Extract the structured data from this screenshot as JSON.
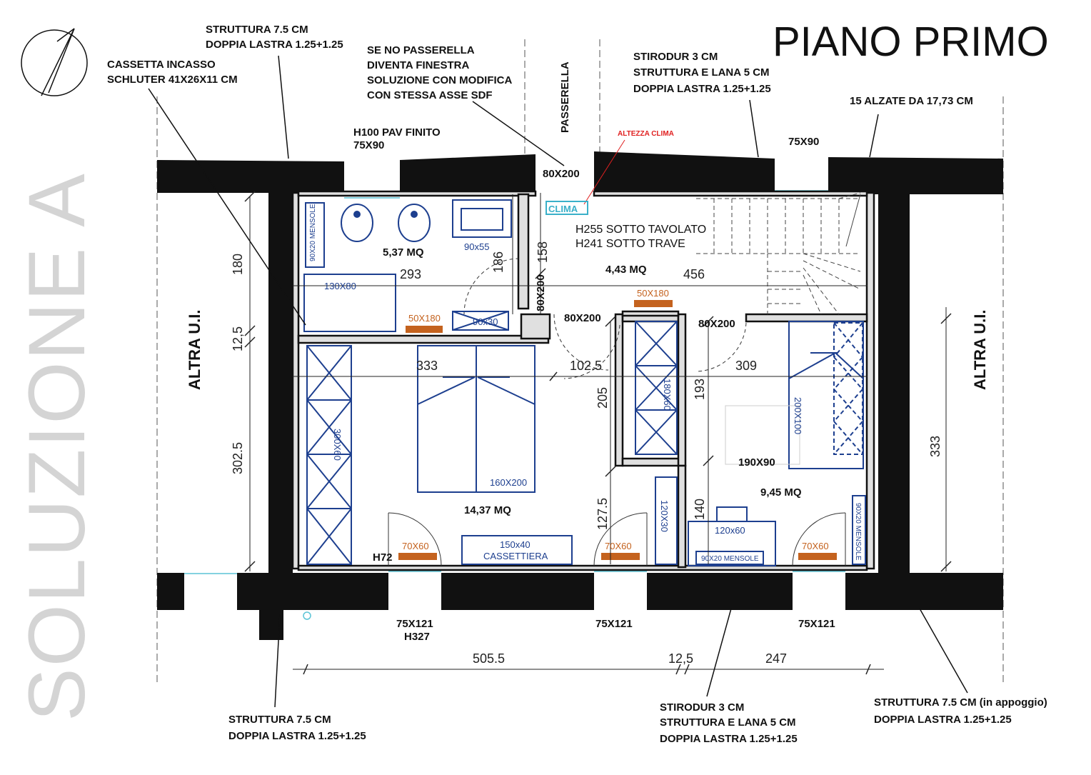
{
  "title": "PIANO PRIMO",
  "side_title": "SOLUZIONE A",
  "compass": {
    "icon": "north-arrow-icon"
  },
  "left_unit": "ALTRA U.I.",
  "right_unit": "ALTRA U.I.",
  "notes": {
    "struttura_top_1": "STRUTTURA 7.5 CM",
    "struttura_top_2": "DOPPIA LASTRA 1.25+1.25",
    "cassetta_1": "CASSETTA INCASSO",
    "cassetta_2": "SCHLUTER 41X26X11 CM",
    "passerella_1": "SE NO PASSERELLA",
    "passerella_2": "DIVENTA FINESTRA",
    "passerella_3": "SOLUZIONE CON MODIFICA",
    "passerella_4": "CON STESSA ASSE SDF",
    "passerella": "PASSERELLA",
    "stirodur_top_1": "STIRODUR 3 CM",
    "stirodur_top_2": "STRUTTURA E LANA 5 CM",
    "stirodur_top_3": "DOPPIA LASTRA 1.25+1.25",
    "alzate": "15 ALZATE DA 17,73 CM",
    "h100_1": "H100 PAV FINITO",
    "h100_2": "75X90",
    "altezza_clima": "ALTEZZA CLIMA",
    "window_top_right": "75X90",
    "door_80x200_top": "80X200",
    "clima": "CLIMA",
    "h255": "H255 SOTTO TAVOLATO",
    "h241": "H241 SOTTO TRAVE",
    "struttura_bl_1": "STRUTTURA 7.5 CM",
    "struttura_bl_2": "DOPPIA LASTRA 1.25+1.25",
    "stirodur_bot_1": "STIRODUR 3 CM",
    "stirodur_bot_2": "STRUTTURA E LANA 5 CM",
    "stirodur_bot_3": "DOPPIA LASTRA 1.25+1.25",
    "struttura_br_1": "STRUTTURA 7.5 CM (in appoggio)",
    "struttura_br_2": "DOPPIA LASTRA 1.25+1.25",
    "win_bot_1a": "75X121",
    "win_bot_1b": "H327",
    "win_bot_2": "75X121",
    "win_bot_3": "75X121",
    "h72": "H72"
  },
  "rooms": {
    "bath_area": "5,37 MQ",
    "hall_area": "4,43 MQ",
    "master_area": "14,37 MQ",
    "bed2_area": "9,45 MQ"
  },
  "furniture": {
    "mensole_left": "90X20 MENSOLE",
    "tub": "90x55",
    "shower": "130X80",
    "shelf_bath": "90x30",
    "wardrobe_left": "300X60",
    "bed_double": "160X200",
    "dresser_1": "150x40",
    "dresser_2": "CASSETTIERA",
    "closet_mid": "180X60",
    "cabinet_mid": "120X30",
    "bed_bunk": "200X100",
    "bed_single": "190X90",
    "desk": "120x60",
    "mensole_bottom": "90X20 MENSOLE",
    "mensole_right": "90X20 MENSOLE"
  },
  "radiators": {
    "r_bath": "50X180",
    "r_hall": "50X180",
    "r_master": "70X60",
    "r_mid": "70X60",
    "r_right": "70X60"
  },
  "doors": {
    "d_bath_1": "80X200",
    "d_bath_2": "80X200",
    "d_master": "80X200",
    "d_right": "80X200"
  },
  "dimensions": {
    "d180": "180",
    "d12_5_left": "12,5",
    "d302_5": "302.5",
    "d293": "293",
    "d186": "186",
    "d158": "158",
    "d456": "456",
    "d333_top": "333",
    "d102_5": "102.5",
    "d309": "309",
    "d205": "205",
    "d193": "193",
    "d127_5": "127.5",
    "d140": "140",
    "d333_right": "333",
    "d505_5": "505.5",
    "d12_5_bottom": "12,5",
    "d247": "247"
  }
}
